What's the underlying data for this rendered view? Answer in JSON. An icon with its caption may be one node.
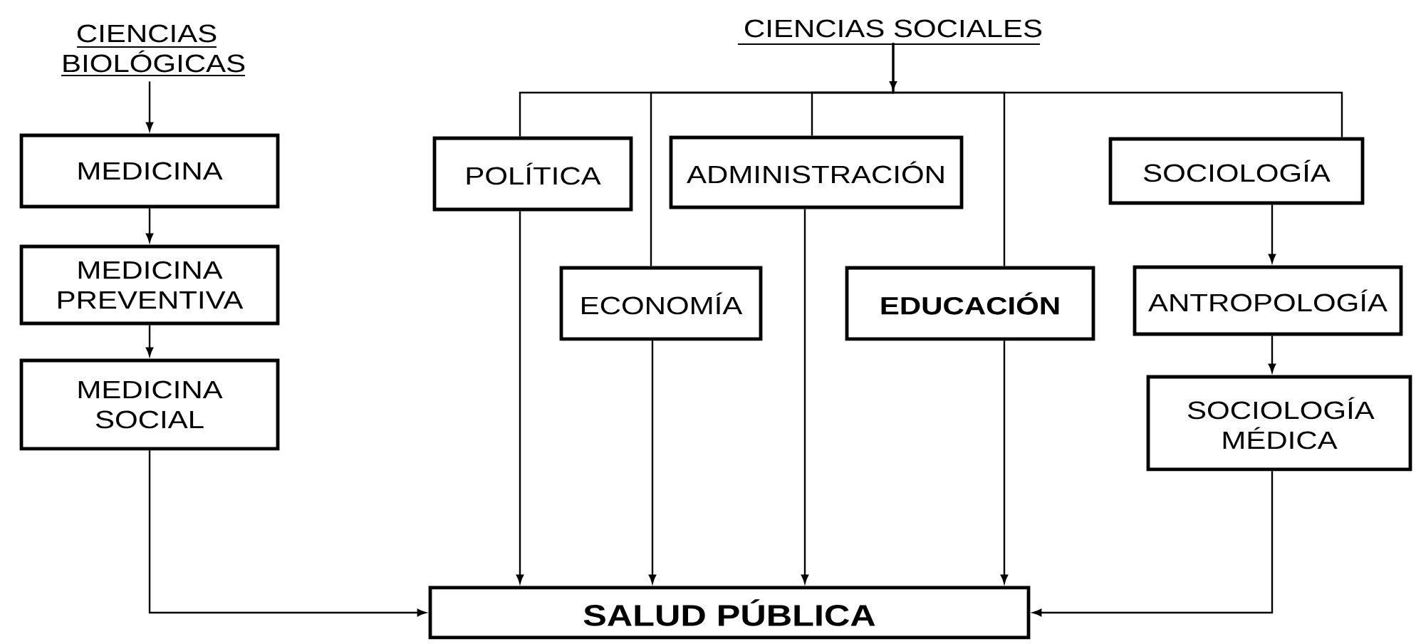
{
  "diagram": {
    "nodes": [
      {
        "text": [
          "CIENCIAS BIOLÓGICAS"
        ]
      },
      {
        "text": [
          "MEDICINA"
        ]
      },
      {
        "text": [
          "MEDICINA PREVENTIVA"
        ]
      },
      {
        "text": [
          "MEDICINA SOCIAL"
        ]
      },
      {
        "text": [
          "CIENCIAS SOCIALES"
        ]
      },
      {
        "text": [
          "POLÍTICA"
        ]
      },
      {
        "text": [
          "ADMINISTRACIÓN"
        ]
      },
      {
        "text": [
          "SOCIOLOGÍA"
        ]
      },
      {
        "text": [
          "ECONOMÍA"
        ]
      },
      {
        "text": [
          "EDUCACIÓN"
        ]
      },
      {
        "text": [
          "ANTROPOLOGÍA"
        ]
      },
      {
        "text": [
          "SOCIOLOGÍA MÉDICA"
        ]
      },
      {
        "text": [
          "SALUD PÚBLICA"
        ]
      }
    ],
    "edges": [
      {
        "from": 0,
        "to": 1,
        "arrow": "to"
      },
      {
        "from": 1,
        "to": 2,
        "arrow": "to"
      },
      {
        "from": 2,
        "to": 3,
        "arrow": "to"
      },
      {
        "from": 3,
        "to": 12,
        "arrow": "to"
      },
      {
        "from": 4,
        "to": null,
        "arrow": "to"
      },
      {
        "from": 4,
        "to": 5,
        "arrow": "none"
      },
      {
        "from": 4,
        "to": 8,
        "arrow": "none"
      },
      {
        "from": 4,
        "to": 6,
        "arrow": "none"
      },
      {
        "from": 4,
        "to": 9,
        "arrow": "none"
      },
      {
        "from": 4,
        "to": 7,
        "arrow": "none"
      },
      {
        "from": 5,
        "to": 12,
        "arrow": "to"
      },
      {
        "from": 8,
        "to": 12,
        "arrow": "to"
      },
      {
        "from": 6,
        "to": 12,
        "arrow": "to"
      },
      {
        "from": 9,
        "to": 12,
        "arrow": "to"
      },
      {
        "from": 7,
        "to": 10,
        "arrow": "to"
      },
      {
        "from": 10,
        "to": 11,
        "arrow": "to"
      },
      {
        "from": 11,
        "to": 12,
        "arrow": "to"
      }
    ]
  }
}
